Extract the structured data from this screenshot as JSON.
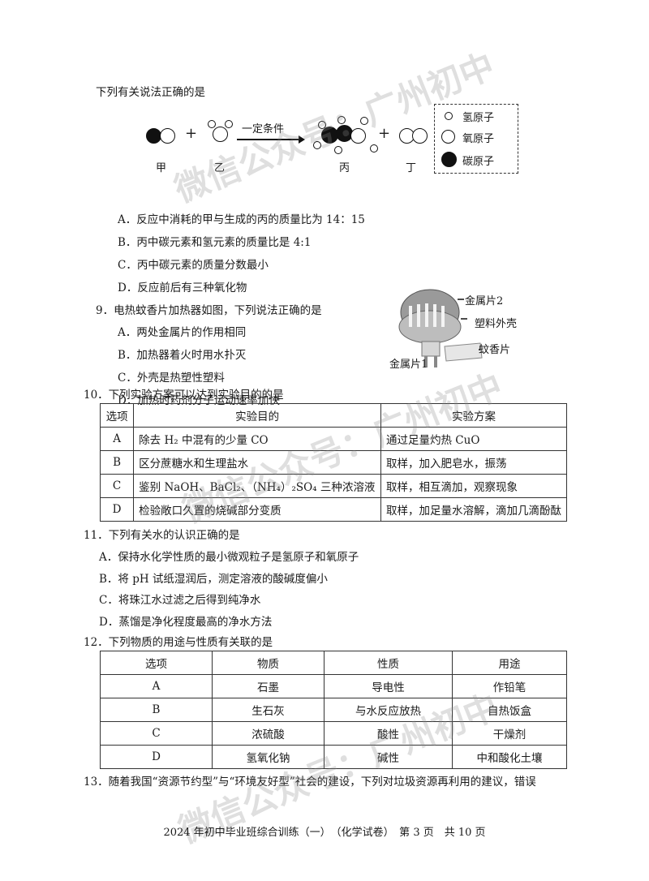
{
  "q8": {
    "stem": "下列有关说法正确的是",
    "reaction": {
      "plus": "+",
      "condition": "一定条件",
      "labels": [
        "甲",
        "乙",
        "丙",
        "丁"
      ],
      "legend": [
        "氢原子",
        "氧原子",
        "碳原子"
      ]
    },
    "options": [
      "A．反应中消耗的甲与生成的丙的质量比为 14：15",
      "B．丙中碳元素和氢元素的质量比是 4:1",
      "C．丙中碳元素的质量分数最小",
      "D．反应前后有三种氧化物"
    ]
  },
  "q9": {
    "stem": "9．电热蚊香片加热器如图，下列说法正确的是",
    "options": [
      "A．两处金属片的作用相同",
      "B．加热器着火时用水扑灭",
      "C．外壳是热塑性塑料",
      "D．加热时药剂分子运动速率加快"
    ],
    "figure_labels": [
      "金属片2",
      "塑料外壳",
      "蚊香片",
      "金属片1"
    ]
  },
  "q10": {
    "stem": "10．下列实验方案可以达到实验目的的是",
    "headers": [
      "选项",
      "实验目的",
      "实验方案"
    ],
    "rows": [
      [
        "A",
        "除去 H₂ 中混有的少量 CO",
        "通过足量灼热 CuO"
      ],
      [
        "B",
        "区分蔗糖水和生理盐水",
        "取样，加入肥皂水，振荡"
      ],
      [
        "C",
        "鉴别 NaOH、BaCl₂、（NH₄）₂SO₄ 三种浓溶液",
        "取样，相互滴加，观察现象"
      ],
      [
        "D",
        "检验敞口久置的烧碱部分变质",
        "取样，加足量水溶解，滴加几滴酚酞"
      ]
    ]
  },
  "q11": {
    "stem": "11．下列有关水的认识正确的是",
    "options": [
      "A．保持水化学性质的最小微观粒子是氢原子和氧原子",
      "B．将 pH 试纸湿润后，测定溶液的酸碱度偏小",
      "C．将珠江水过滤之后得到纯净水",
      "D．蒸馏是净化程度最高的净水方法"
    ]
  },
  "q12": {
    "stem": "12．下列物质的用途与性质有关联的是",
    "headers": [
      "选项",
      "物质",
      "性质",
      "用途"
    ],
    "rows": [
      [
        "A",
        "石墨",
        "导电性",
        "作铅笔"
      ],
      [
        "B",
        "生石灰",
        "与水反应放热",
        "自热饭盒"
      ],
      [
        "C",
        "浓硫酸",
        "酸性",
        "干燥剂"
      ],
      [
        "D",
        "氢氧化钠",
        "碱性",
        "中和酸化土壤"
      ]
    ]
  },
  "q13": {
    "stem": "13．随着我国“资源节约型”与“环境友好型”社会的建设，下列对垃圾资源再利用的建议，错误"
  },
  "watermark": "微信公众号：广州初中",
  "footer": "2024 年初中毕业班综合训练（一）　（化学试卷）　第 3 页　共 10 页"
}
